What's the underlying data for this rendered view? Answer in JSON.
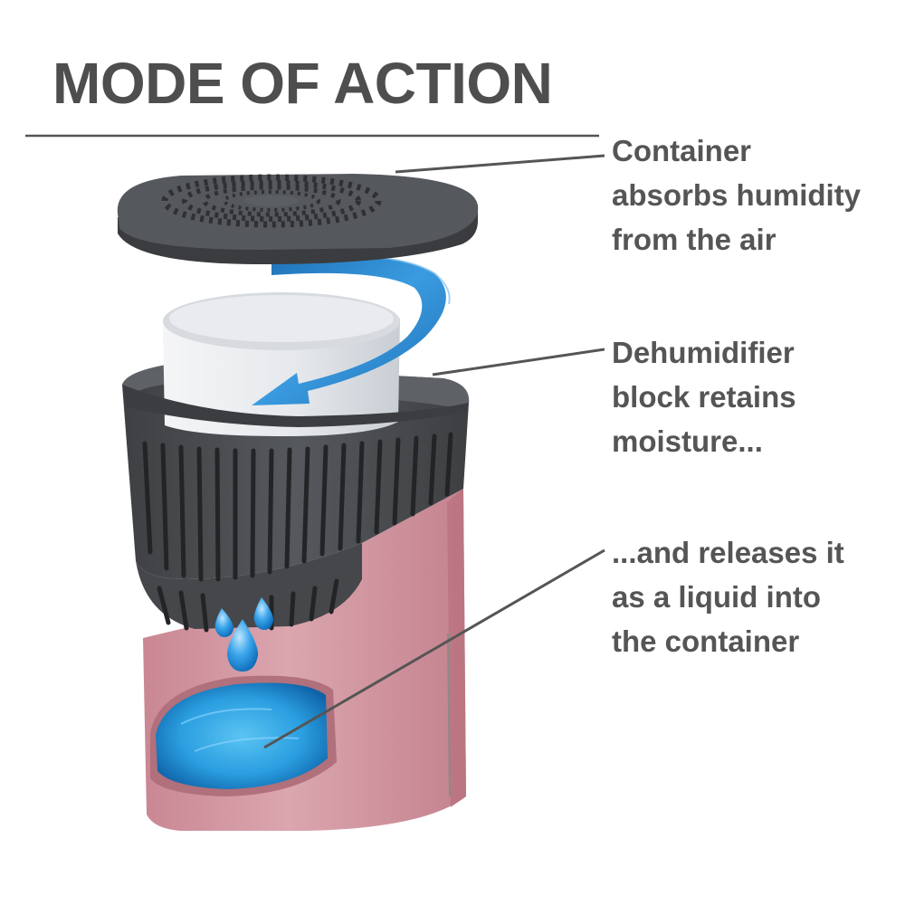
{
  "title": "MODE OF ACTION",
  "callouts": [
    {
      "text": "Container\nabsorbs humidity\nfrom the air",
      "target": "lid"
    },
    {
      "text": "Dehumidifier\nblock retains\nmoisture...",
      "target": "dehumidifier-block"
    },
    {
      "text": "...and releases it\nas a liquid into\nthe container",
      "target": "water-reservoir"
    }
  ],
  "colors": {
    "heading": "#4e4e4e",
    "label": "#555555",
    "plastic_dark": "#4b4d50",
    "body_pink": "#d79ca6",
    "block": "#e9ecef",
    "airflow": "#2a86d0",
    "water": "#1f8fd6"
  }
}
